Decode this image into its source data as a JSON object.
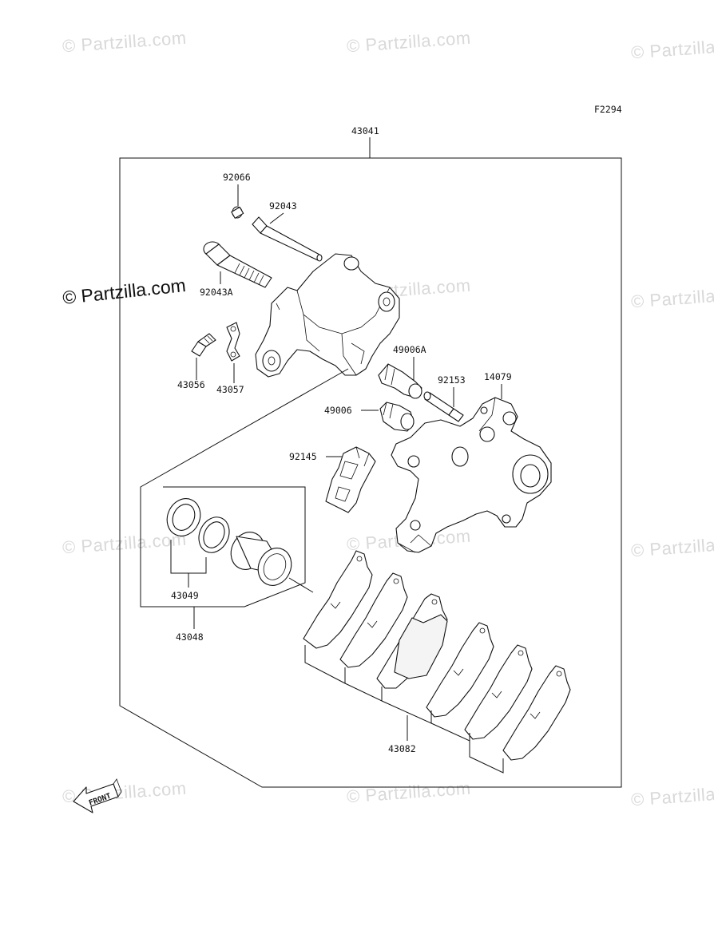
{
  "figure_code": "F2294",
  "watermark_text": "© Partzilla.com",
  "front_label": "FRONT",
  "parts": {
    "p43041": "43041",
    "p92066": "92066",
    "p92043": "92043",
    "p92043A": "92043A",
    "p43056": "43056",
    "p43057": "43057",
    "p49006A": "49006A",
    "p92153": "92153",
    "p14079": "14079",
    "p49006": "49006",
    "p92145": "92145",
    "p43049": "43049",
    "p43048": "43048",
    "p43082": "43082"
  }
}
